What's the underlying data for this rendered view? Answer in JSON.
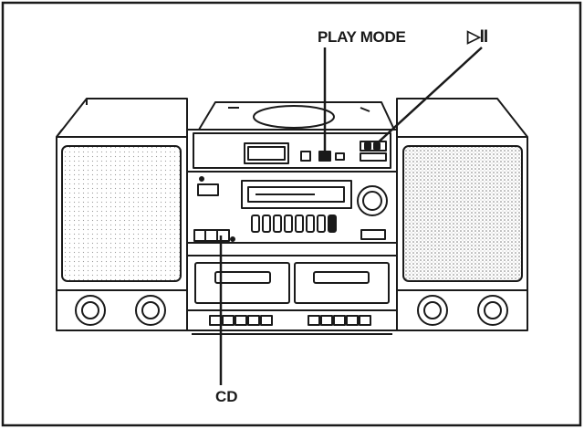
{
  "callouts": {
    "play_mode": "PLAY MODE",
    "play_pause": "▷II",
    "cd": "CD"
  },
  "colors": {
    "line": "#1a1a1a",
    "paper": "#ffffff",
    "grille_dots": "#777777"
  },
  "icons": {
    "play_pause": "play-pause-icon"
  }
}
